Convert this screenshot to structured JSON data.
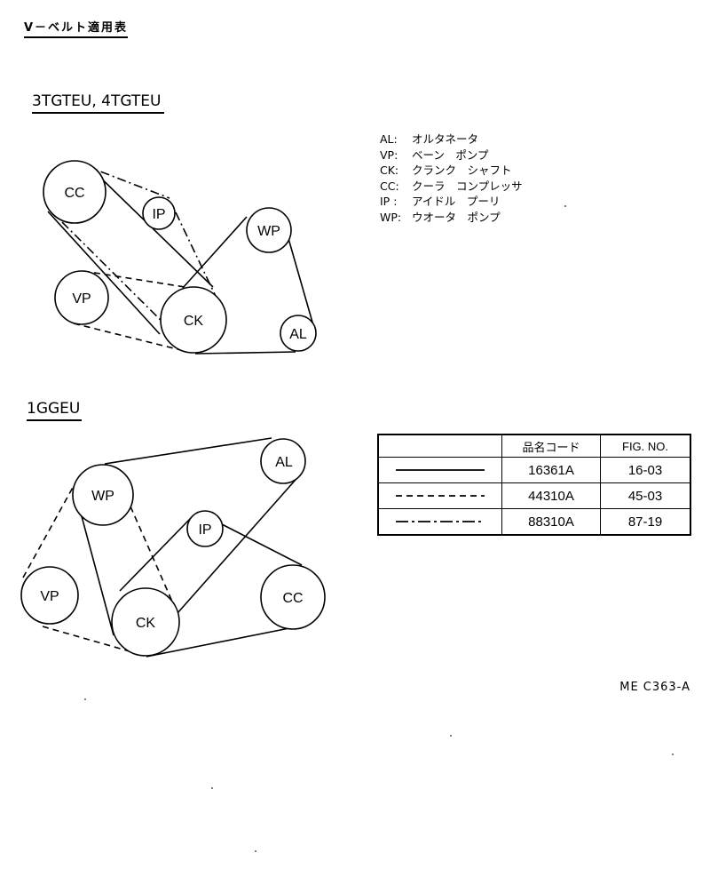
{
  "page_title": "V－ベルト適用表",
  "section1": {
    "title": "3TGTEU, 4TGTEU",
    "pulleys": {
      "cc": "CC",
      "ip": "IP",
      "wp": "WP",
      "vp": "VP",
      "ck": "CK",
      "al": "AL"
    }
  },
  "section2": {
    "title": "1GGEU",
    "pulleys": {
      "al": "AL",
      "wp": "WP",
      "ip": "IP",
      "vp": "VP",
      "ck": "CK",
      "cc": "CC"
    }
  },
  "legend": [
    {
      "abbr": "AL:",
      "name": "オルタネータ"
    },
    {
      "abbr": "VP:",
      "name": "ベーン　ポンプ"
    },
    {
      "abbr": "CK:",
      "name": "クランク　シャフト"
    },
    {
      "abbr": "CC:",
      "name": "クーラ　コンプレッサ"
    },
    {
      "abbr": "IP :",
      "name": "アイドル　プーリ"
    },
    {
      "abbr": "WP:",
      "name": "ウオータ　ポンプ"
    }
  ],
  "table": {
    "headers": [
      "",
      "品名コード",
      "FIG. NO."
    ],
    "rows": [
      {
        "line": "solid",
        "code": "16361A",
        "fig": "16-03"
      },
      {
        "line": "dashed",
        "code": "44310A",
        "fig": "45-03"
      },
      {
        "line": "dash-dot",
        "code": "88310A",
        "fig": "87-19"
      }
    ]
  },
  "drawing_code": "ME  C363-A"
}
